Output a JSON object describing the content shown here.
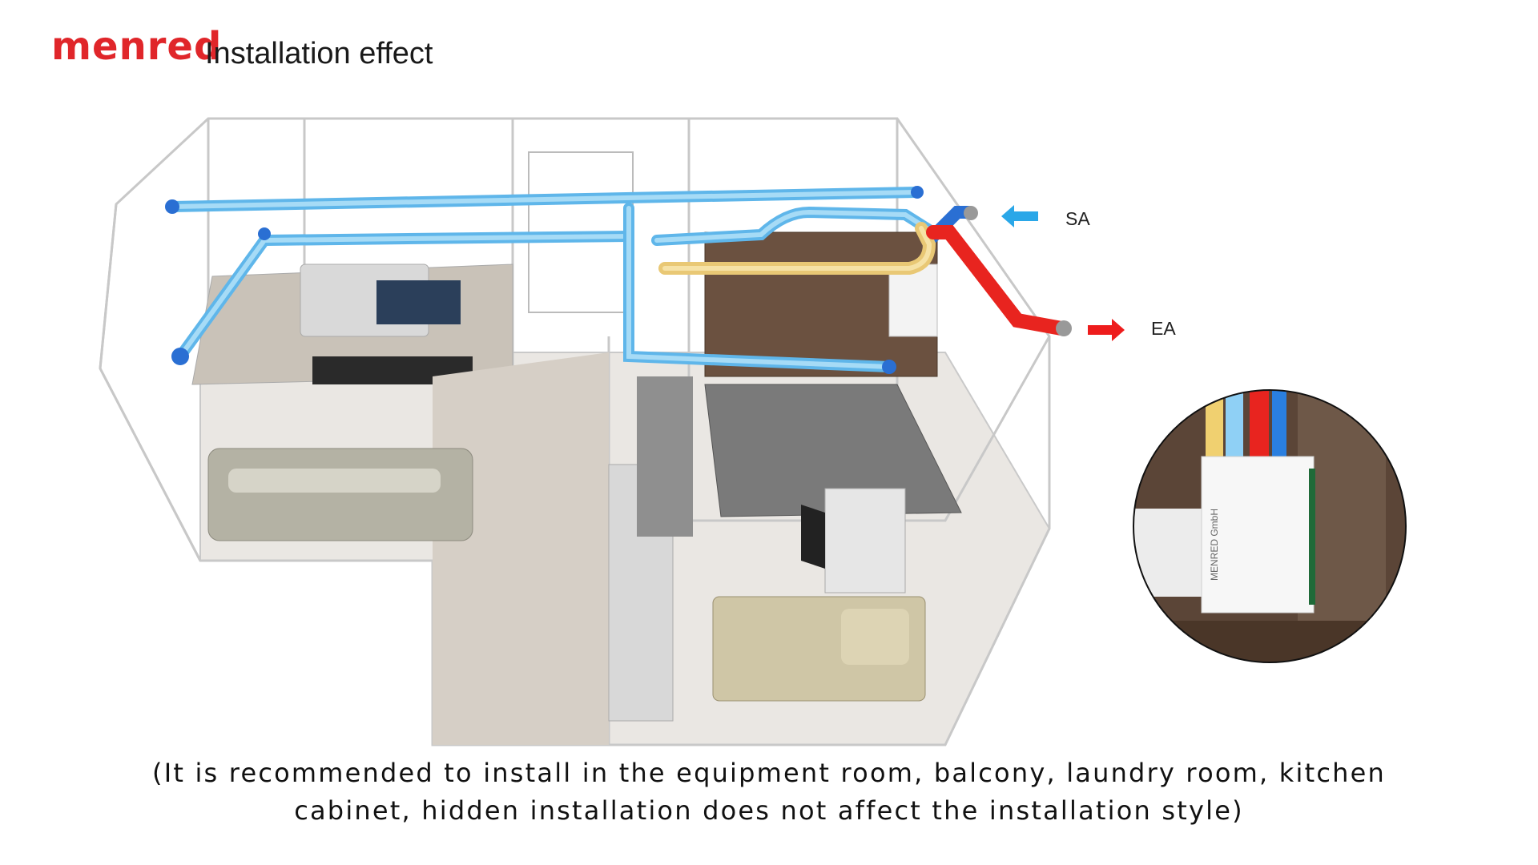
{
  "brand": {
    "logo_text": "menred",
    "color": "#e0262a"
  },
  "slide": {
    "title": "Installation effect"
  },
  "legend": {
    "supply_air": {
      "label": "SA",
      "color": "#2aa7e8"
    },
    "exhaust_air": {
      "label": "EA",
      "color": "#ee1c1c"
    }
  },
  "duct_colors": {
    "supply": "#7ec8ef",
    "return": "#f2d27a",
    "exhaust": "#e8241f"
  },
  "unit_brand_text": "MENRED GmbH",
  "caption": {
    "line1": "(It is recommended to install in the equipment room, balcony, laundry room, kitchen",
    "line2": "cabinet, hidden installation does not affect the installation style)"
  }
}
